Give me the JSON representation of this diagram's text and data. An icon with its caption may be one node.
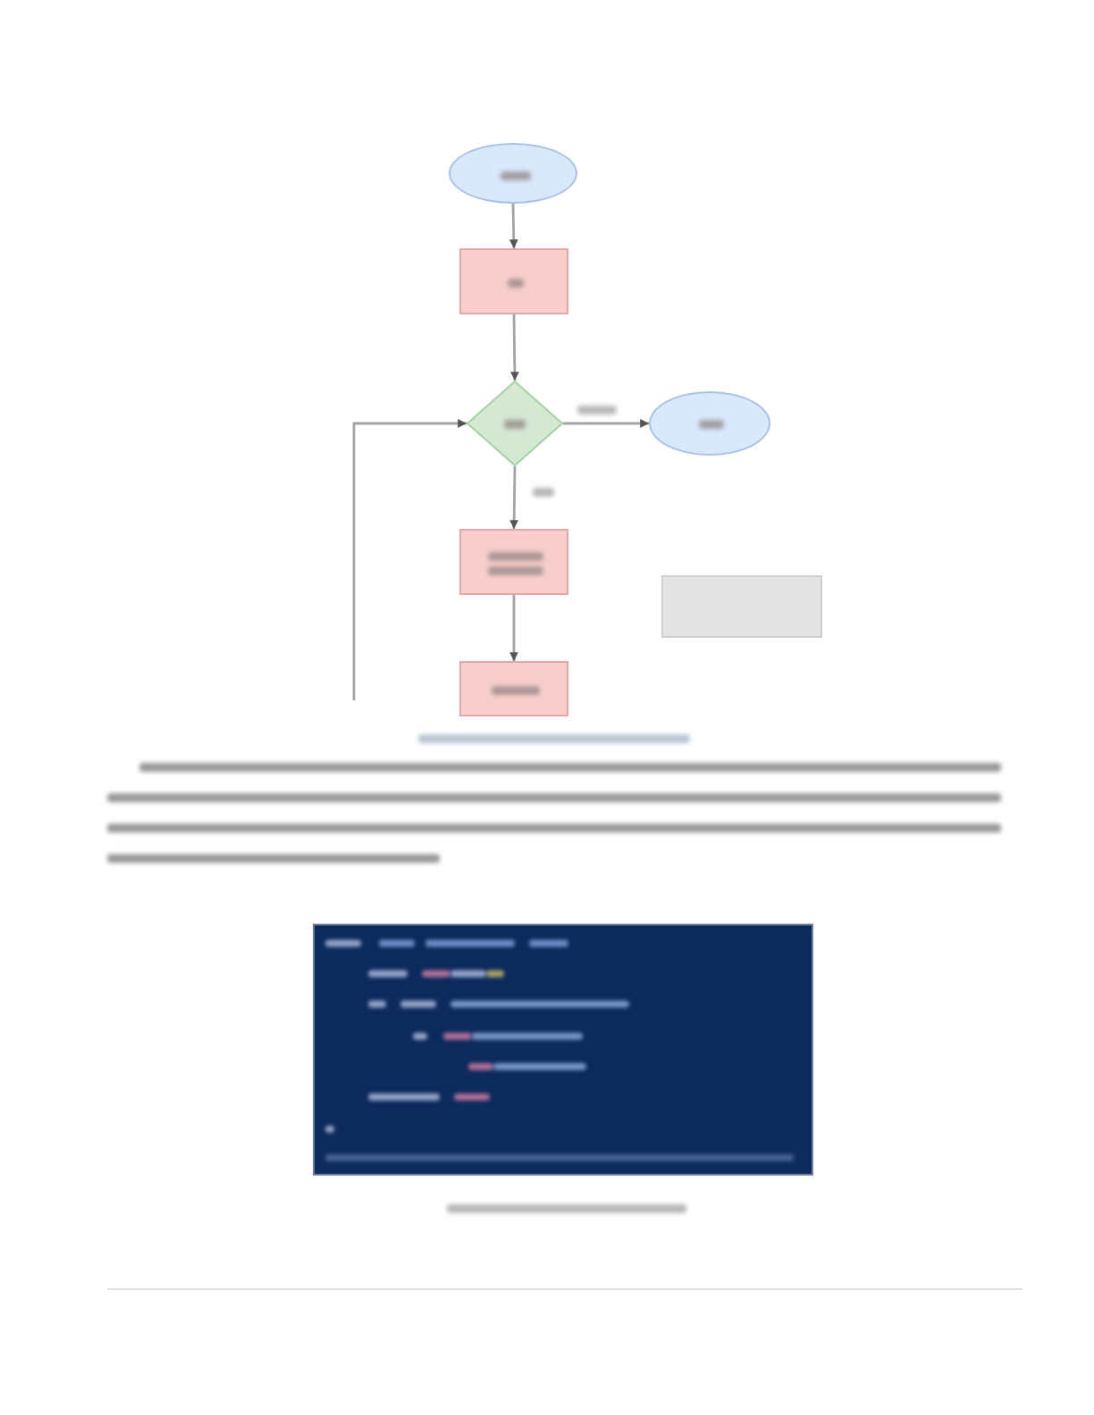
{
  "diagram": {
    "nodes": [
      {
        "text": [],
        "shape": "ellipse"
      },
      {
        "text": [],
        "shape": "box"
      },
      {
        "text": [],
        "shape": "diamond"
      },
      {
        "text": [],
        "shape": "ellipse"
      },
      {
        "text": [],
        "shape": "box"
      },
      {
        "text": [],
        "shape": "box"
      },
      {
        "text": [],
        "shape": "box"
      }
    ],
    "edges": [
      {
        "from": 0,
        "to": 1,
        "arrow": "to"
      },
      {
        "from": 1,
        "to": 2,
        "arrow": "to"
      },
      {
        "from": 2,
        "to": 3,
        "arrow": "to"
      },
      {
        "from": 2,
        "to": 4,
        "arrow": "to"
      },
      {
        "from": 4,
        "to": 5,
        "arrow": "to"
      },
      {
        "from": null,
        "to": 2,
        "arrow": "to"
      }
    ]
  }
}
